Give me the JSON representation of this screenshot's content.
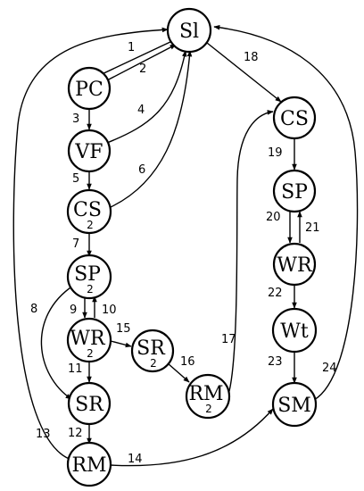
{
  "nodes": {
    "sl": {
      "label": "Sl",
      "sub": ""
    },
    "pc": {
      "label": "PC",
      "sub": ""
    },
    "vf": {
      "label": "VF",
      "sub": ""
    },
    "cs2": {
      "label": "CS",
      "sub": "2"
    },
    "sp2": {
      "label": "SP",
      "sub": "2"
    },
    "wr2": {
      "label": "WR",
      "sub": "2"
    },
    "sr2": {
      "label": "SR",
      "sub": "2"
    },
    "rm2": {
      "label": "RM",
      "sub": "2"
    },
    "sr": {
      "label": "SR",
      "sub": ""
    },
    "rm": {
      "label": "RM",
      "sub": ""
    },
    "cs": {
      "label": "CS",
      "sub": ""
    },
    "sp": {
      "label": "SP",
      "sub": ""
    },
    "wr": {
      "label": "WR",
      "sub": ""
    },
    "wt": {
      "label": "Wt",
      "sub": ""
    },
    "sm": {
      "label": "SM",
      "sub": ""
    }
  },
  "edges": {
    "e1": "1",
    "e2": "2",
    "e3": "3",
    "e4": "4",
    "e5": "5",
    "e6": "6",
    "e7": "7",
    "e8": "8",
    "e9": "9",
    "e10": "10",
    "e11": "11",
    "e12": "12",
    "e13": "13",
    "e14": "14",
    "e15": "15",
    "e16": "16",
    "e17": "17",
    "e18": "18",
    "e19": "19",
    "e20": "20",
    "e21": "21",
    "e22": "22",
    "e23": "23",
    "e24": "24"
  }
}
